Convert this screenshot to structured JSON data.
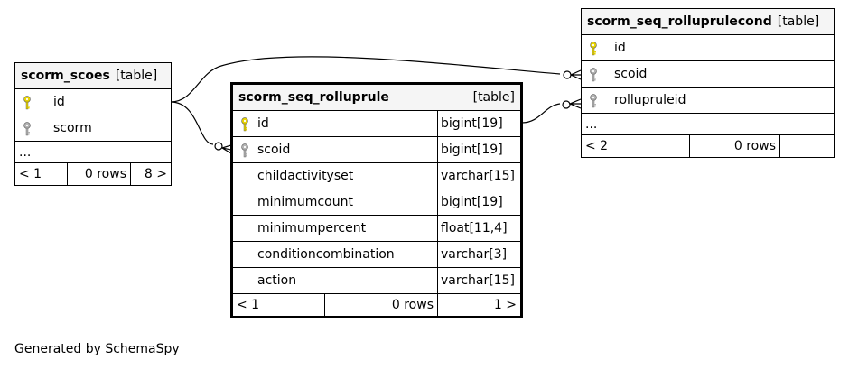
{
  "tables": {
    "scoes": {
      "name": "scorm_scoes",
      "kind": "[table]",
      "columns": [
        {
          "name": "id",
          "key": "primary"
        },
        {
          "name": "scorm",
          "key": "foreign"
        }
      ],
      "ellipsis": "...",
      "footer": {
        "prev": "< 1",
        "rows": "0 rows",
        "next": "8 >"
      }
    },
    "rolluprule": {
      "name": "scorm_seq_rolluprule",
      "kind": "[table]",
      "columns": [
        {
          "name": "id",
          "type": "bigint[19]",
          "key": "primary"
        },
        {
          "name": "scoid",
          "type": "bigint[19]",
          "key": "foreign"
        },
        {
          "name": "childactivityset",
          "type": "varchar[15]",
          "key": "none"
        },
        {
          "name": "minimumcount",
          "type": "bigint[19]",
          "key": "none"
        },
        {
          "name": "minimumpercent",
          "type": "float[11,4]",
          "key": "none"
        },
        {
          "name": "conditioncombination",
          "type": "varchar[3]",
          "key": "none"
        },
        {
          "name": "action",
          "type": "varchar[15]",
          "key": "none"
        }
      ],
      "footer": {
        "prev": "< 1",
        "rows": "0 rows",
        "next": "1 >"
      }
    },
    "rolluprulecond": {
      "name": "scorm_seq_rolluprulecond",
      "kind": "[table]",
      "columns": [
        {
          "name": "id",
          "key": "primary"
        },
        {
          "name": "scoid",
          "key": "foreign"
        },
        {
          "name": "rollupruleid",
          "key": "foreign"
        }
      ],
      "ellipsis": "...",
      "footer": {
        "prev": "< 2",
        "rows": "0 rows",
        "next": ""
      }
    }
  },
  "colors": {
    "primary_key": "#e8d400",
    "foreign_key": "#b3b3b3",
    "header_bg": "#f5f5f5"
  },
  "caption": "Generated by SchemaSpy"
}
